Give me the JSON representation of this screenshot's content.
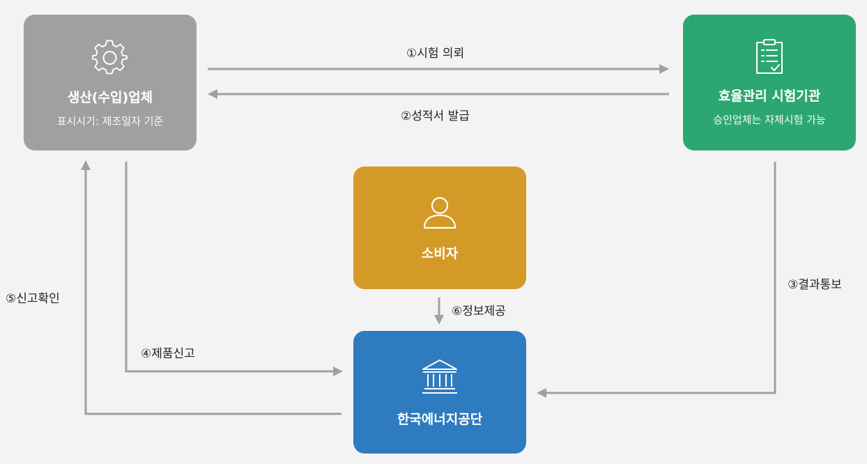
{
  "nodes": {
    "producer": {
      "title": "생산(수입)업체",
      "subtitle": "표시시기: 제조일자 기준",
      "icon": "gear-icon",
      "color": "#a0a0a0"
    },
    "lab": {
      "title": "효율관리 시험기관",
      "subtitle": "승인업체는 자체시험 가능",
      "icon": "clipboard-checklist-icon",
      "color": "#2da772"
    },
    "consumer": {
      "title": "소비자",
      "icon": "user-icon",
      "color": "#d49a27"
    },
    "agency": {
      "title": "한국에너지공단",
      "icon": "institution-building-icon",
      "color": "#2f7bc0"
    }
  },
  "edges": {
    "step1": "①시험 의뢰",
    "step2": "②성적서 발급",
    "step3": "③결과통보",
    "step4": "④제품신고",
    "step5": "⑤신고확인",
    "step6": "⑥정보제공"
  },
  "colors": {
    "arrow": "#a0a0a0",
    "background": "#f3f3f3"
  }
}
